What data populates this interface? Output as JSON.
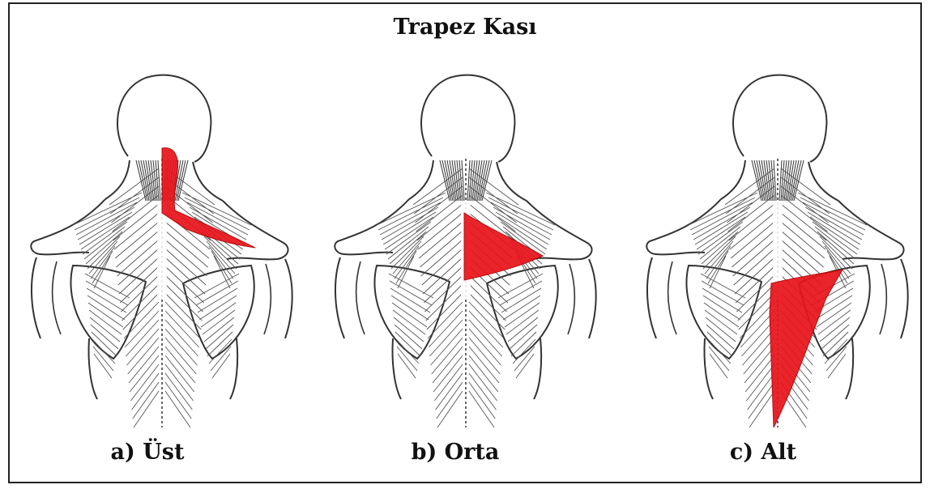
{
  "title": "Trapez Kası",
  "panels": [
    {
      "caption": "a) Üst",
      "highlight_region": "upper",
      "highlight_color": "#e8141b"
    },
    {
      "caption": "b) Orta",
      "highlight_region": "middle",
      "highlight_color": "#e8141b"
    },
    {
      "caption": "c) Alt",
      "highlight_region": "lower",
      "highlight_color": "#e8141b"
    }
  ]
}
